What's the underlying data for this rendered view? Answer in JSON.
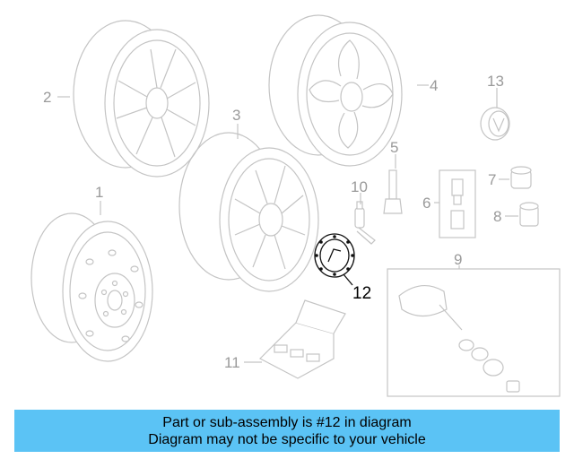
{
  "callouts": {
    "c1": "1",
    "c2": "2",
    "c3": "3",
    "c4": "4",
    "c5": "5",
    "c6": "6",
    "c7": "7",
    "c8": "8",
    "c9": "9",
    "c10": "10",
    "c11": "11",
    "c12": "12",
    "c13": "13"
  },
  "highlighted_part": "12",
  "colors": {
    "banner": "#5bc3f5",
    "parts": "#c4c4c4",
    "highlight": "#111111"
  },
  "banner": {
    "line1": "Part or sub-assembly is #12 in diagram",
    "line2": "Diagram may not be specific to your vehicle"
  }
}
